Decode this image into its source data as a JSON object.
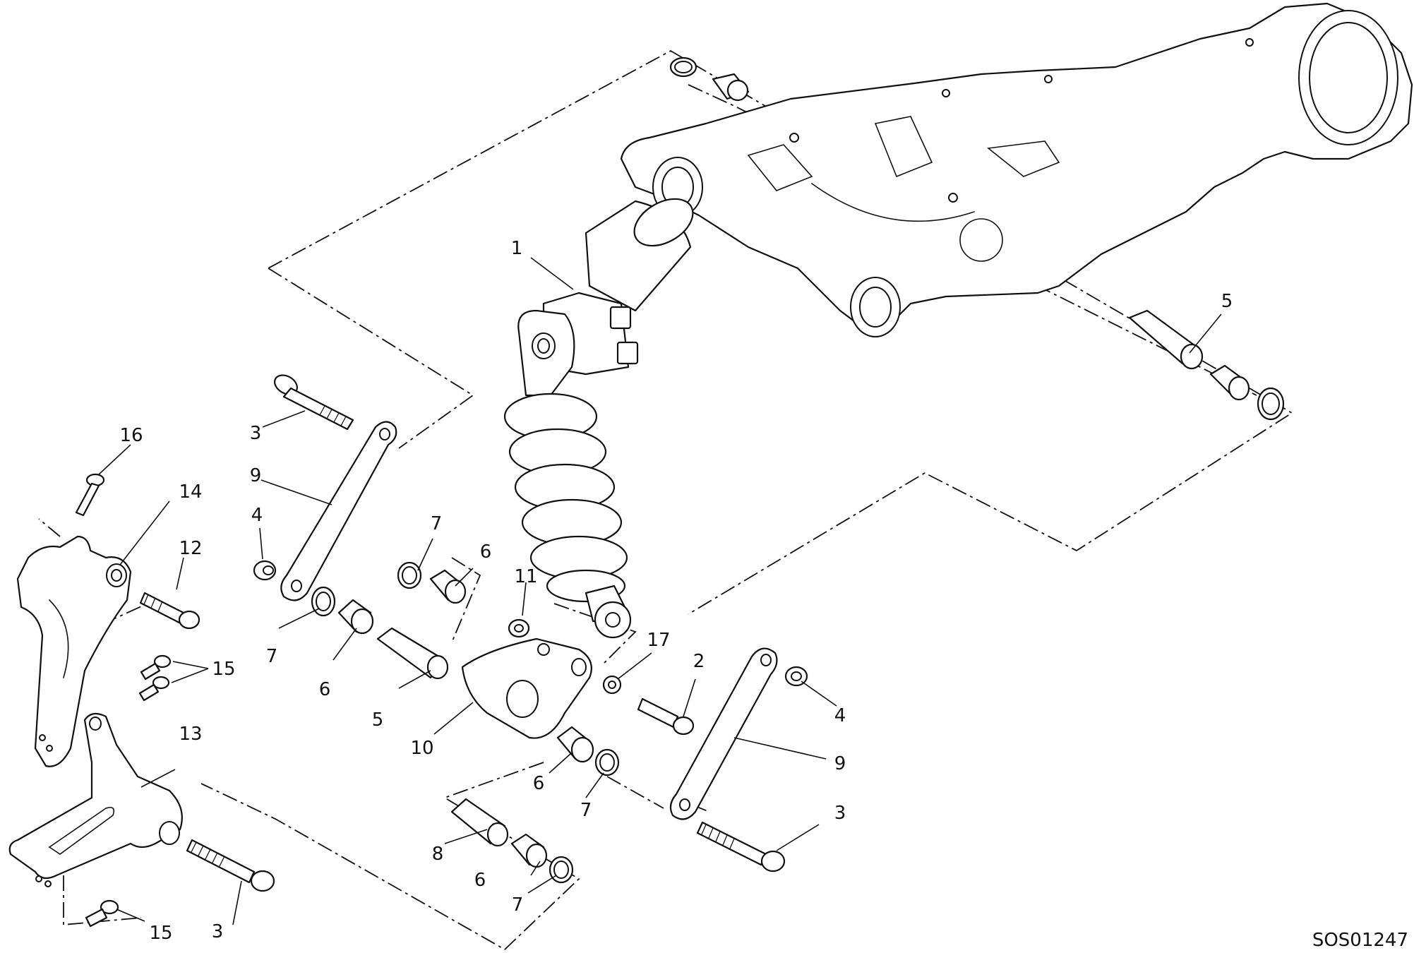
{
  "figure": {
    "code": "SOS01247"
  },
  "callouts": [
    {
      "id": "c1",
      "label": "1"
    },
    {
      "id": "c2",
      "label": "2"
    },
    {
      "id": "c3a",
      "label": "3"
    },
    {
      "id": "c3b",
      "label": "3"
    },
    {
      "id": "c3c",
      "label": "3"
    },
    {
      "id": "c4a",
      "label": "4"
    },
    {
      "id": "c4b",
      "label": "4"
    },
    {
      "id": "c5a",
      "label": "5"
    },
    {
      "id": "c5b",
      "label": "5"
    },
    {
      "id": "c6a",
      "label": "6"
    },
    {
      "id": "c6b",
      "label": "6"
    },
    {
      "id": "c6c",
      "label": "6"
    },
    {
      "id": "c6d",
      "label": "6"
    },
    {
      "id": "c7a",
      "label": "7"
    },
    {
      "id": "c7b",
      "label": "7"
    },
    {
      "id": "c7c",
      "label": "7"
    },
    {
      "id": "c7d",
      "label": "7"
    },
    {
      "id": "c8",
      "label": "8"
    },
    {
      "id": "c9a",
      "label": "9"
    },
    {
      "id": "c9b",
      "label": "9"
    },
    {
      "id": "c10",
      "label": "10"
    },
    {
      "id": "c11",
      "label": "11"
    },
    {
      "id": "c12",
      "label": "12"
    },
    {
      "id": "c13",
      "label": "13"
    },
    {
      "id": "c14",
      "label": "14"
    },
    {
      "id": "c15a",
      "label": "15"
    },
    {
      "id": "c15b",
      "label": "15"
    },
    {
      "id": "c16",
      "label": "16"
    },
    {
      "id": "c17",
      "label": "17"
    }
  ]
}
